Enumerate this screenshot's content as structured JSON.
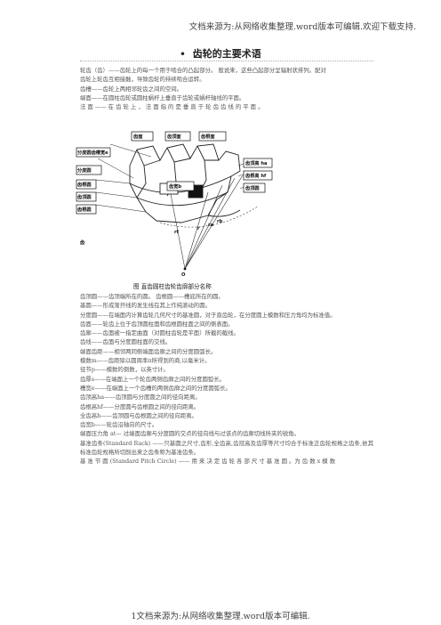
{
  "header": "文档来源为:从网络收集整理.word版本可编辑.欢迎下载支持.",
  "title_bullet": "•",
  "title": "齿轮的主要术语",
  "intro": [
    "轮齿（齿）——齿轮上的每一个用于啮合的凸起部分。   般说来，这些凸起部分呈辐射状排列。配对",
    "齿轮上轮齿互相接触，导致齿轮的持续啮合运转。",
    "齿槽——齿轮上两相邻轮齿之间的空间。",
    "端面——在圆柱齿轮或圆柱蜗杆上垂直于齿轮或蜗杆轴线的平面。",
    "法  面  ——  在  齿  轮  上  ，  法  面  指  的  是  垂  直  于  轮  齿  齿  线  的  平  面  。"
  ],
  "figure": {
    "labels": {
      "top_land": "齿顶面",
      "face": "齿面",
      "flank": "齿根面",
      "addendum_circle_left": "分度圆齿槽宽e",
      "pitch_circle": "分度圆",
      "root_circle": "齿根圆",
      "tip_circle_left": "齿顶圆",
      "base_circle": "齿根圆",
      "tooth_width": "齿宽b",
      "tooth_height": "齿顶高 ha",
      "dedendum": "齿根高 hf",
      "working_circle": "齿顶圆",
      "side_mark": "齿",
      "center": "O",
      "rf": "rf",
      "r": "r",
      "ra": "ra",
      "rb": "rb"
    },
    "caption": "图  直齿圆柱齿轮齿廓部分名称"
  },
  "definitions": [
    "齿顶圆——齿顶端所在的圆。  齿根圆——槽底所在的圆。",
    "基圆——形成渐开线的发生线在其上作纯滚动的圆。",
    "分度圆——在端面内计算齿轮几何尺寸的基准圆，对于直齿轮，在分度圆上模数和压力角均为标准值。",
    "齿面——轮齿上位于齿顶圆柱面和齿根圆柱面之间的侧表面。",
    "齿廓——齿面被一指定曲面（对圆柱齿轮是平面）所截的截线。",
    "齿线——齿面与分度圆柱面的交线。",
    "端面齿距——相邻两同侧端面齿廓之间的分度圆弧长。",
    "模数m——齿距除以圆周率π所得到的商,以毫米计。",
    "径节p——模数的倒数，以英寸计。",
    "齿厚s——在端面上一个轮齿两侧齿廓之间的分度圆弧长。",
    "槽宽e——在端面上一个齿槽的两侧齿廓之间的分度圆弧长。",
    "齿顶高ha——齿顶圆与分度圆之间的径向距离。",
    "齿根高hf——分度圆与齿根圆之间的径向距离。",
    "全齿高h——齿顶圆与齿根圆之间的径向距离。",
    "齿宽b——轮齿沿轴向的尺寸。",
    "端面压力角 at— 过端面齿廓与分度圆的交点的径向线与过该点的齿廓切线所夹的锐角。",
    "基准齿条(Standard Rack) ——只基圆之尺寸,齿形,全齿高,齿冠高及齿厚等尺寸均合于标准正齿轮规格之齿条,依其标准齿轮规格所切削出来之齿条称为基准齿条。",
    "基 准 节 圆 (Standard  Pitch  Circle) —— 用 来 决 定 齿 轮 各 部 尺 寸 基 准 圆 。为   齿 数  x  模 数"
  ],
  "footer": "1文档来源为:从网络收集整理.word版本可编辑."
}
